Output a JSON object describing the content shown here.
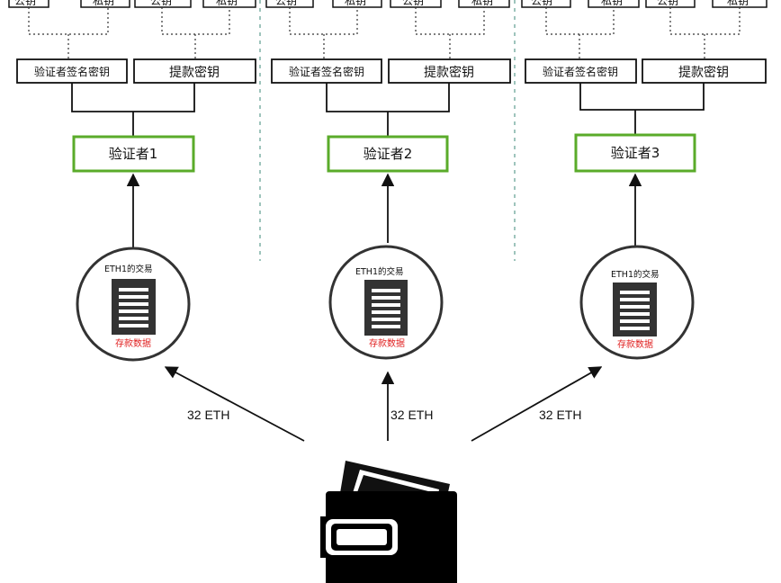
{
  "colors": {
    "validator_border": "#5aab2a",
    "deposit_text": "#e02020",
    "separator": "#7fb0a6",
    "line": "#111111"
  },
  "key_labels": {
    "public": "公钥",
    "private": "私钥"
  },
  "columns": [
    {
      "signing_key": "验证者签名密钥",
      "withdrawal_key": "提款密钥",
      "validator": "验证者1",
      "tx_label": "ETH1的交易",
      "deposit_label": "存款数据",
      "amount": "32 ETH"
    },
    {
      "signing_key": "验证者签名密钥",
      "withdrawal_key": "提款密钥",
      "validator": "验证者2",
      "tx_label": "ETH1的交易",
      "deposit_label": "存款数据",
      "amount": "32 ETH"
    },
    {
      "signing_key": "验证者签名密钥",
      "withdrawal_key": "提款密钥",
      "validator": "验证者3",
      "tx_label": "ETH1的交易",
      "deposit_label": "存款数据",
      "amount": "32 ETH"
    }
  ],
  "icons": {
    "wallet": "wallet-icon",
    "document": "document-icon"
  }
}
